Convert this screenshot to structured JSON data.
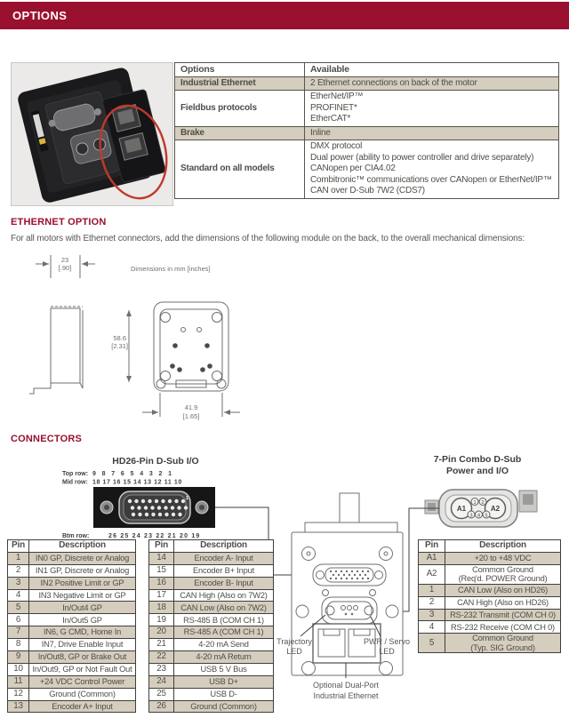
{
  "header": {
    "title": "OPTIONS"
  },
  "colors": {
    "accent": "#9a102f",
    "row_shade": "#d5cdbd",
    "table_border": "#55544e"
  },
  "options_table": {
    "col_options": "Options",
    "col_available": "Available",
    "rows": [
      {
        "option": "Industrial Ethernet",
        "available": [
          "2 Ethernet connections on back of the motor"
        ],
        "shaded": true
      },
      {
        "option": "Fieldbus protocols",
        "available": [
          "EtherNet/IP™",
          "PROFINET*",
          "EtherCAT*"
        ],
        "shaded": false
      },
      {
        "option": "Brake",
        "available": [
          "Inline"
        ],
        "shaded": true
      },
      {
        "option": "Standard on all models",
        "available": [
          "DMX protocol",
          "Dual power (ability to power controller and drive separately)",
          "CANopen per CIA4.02",
          "Combitronic™ communications over CANopen or EtherNet/IP™",
          "CAN over D-Sub 7W2 (CDS7)"
        ],
        "shaded": false
      }
    ]
  },
  "ethernet_section": {
    "heading": "ETHERNET OPTION",
    "intro": "For all motors with Ethernet connectors, add the dimensions of the following module on the back, to the overall mechanical dimensions:",
    "note": "Dimensions in mm [inches]",
    "dim_top_mm": "23",
    "dim_top_in": "[.90]",
    "dim_height_mm": "58.6",
    "dim_height_in": "[2.31]",
    "dim_bottom_mm": "41.9",
    "dim_bottom_in": "[1.65]"
  },
  "connectors_section": {
    "heading": "CONNECTORS",
    "hd26": {
      "title": "HD26-Pin D-Sub I/O",
      "top_label": "Top row:",
      "top_nums": "9 8 7 6 5 4 3 2 1",
      "mid_label": "Mid row:",
      "mid_nums": "18 17 16 15 14 13 12 11 10",
      "btm_label": "Btm row:",
      "btm_nums": "26 25 24 23 22 21 20 19",
      "pin1": "1"
    },
    "combo": {
      "title_line1": "7-Pin Combo D-Sub",
      "title_line2": "Power and I/O",
      "pin_a1": "A1",
      "pin_a2": "A2",
      "pin_1": "1",
      "pin_2": "2",
      "pin_3": "3",
      "pin_4": "4",
      "pin_5": "5"
    },
    "motor_labels": {
      "trajectory_1": "Trajectory",
      "trajectory_2": "LED",
      "pwr_1": "PWR / Servo",
      "pwr_2": "LED",
      "eth_1": "Optional Dual-Port",
      "eth_2": "Industrial Ethernet"
    }
  },
  "pin_tables": {
    "col_pin": "Pin",
    "col_description": "Description",
    "table1": [
      {
        "pin": "1",
        "desc": [
          "IN0 GP, Discrete or Analog"
        ],
        "shaded": true
      },
      {
        "pin": "2",
        "desc": [
          "IN1 GP, Discrete or Analog"
        ],
        "shaded": false
      },
      {
        "pin": "3",
        "desc": [
          "IN2 Positive Limit or GP"
        ],
        "shaded": true
      },
      {
        "pin": "4",
        "desc": [
          "IN3 Negative Limit or GP"
        ],
        "shaded": false
      },
      {
        "pin": "5",
        "desc": [
          "In/Out4 GP"
        ],
        "shaded": true
      },
      {
        "pin": "6",
        "desc": [
          "In/Out5 GP"
        ],
        "shaded": false
      },
      {
        "pin": "7",
        "desc": [
          "IN6, G CMD, Home In"
        ],
        "shaded": true
      },
      {
        "pin": "8",
        "desc": [
          "IN7, Drive Enable Input"
        ],
        "shaded": false
      },
      {
        "pin": "9",
        "desc": [
          "In/Out8, GP or Brake Out"
        ],
        "shaded": true
      },
      {
        "pin": "10",
        "desc": [
          "In/Out9, GP or Not Fault Out"
        ],
        "shaded": false
      },
      {
        "pin": "11",
        "desc": [
          "+24 VDC Control Power"
        ],
        "shaded": true
      },
      {
        "pin": "12",
        "desc": [
          "Ground (Common)"
        ],
        "shaded": false
      },
      {
        "pin": "13",
        "desc": [
          "Encoder A+ Input"
        ],
        "shaded": true
      }
    ],
    "table2": [
      {
        "pin": "14",
        "desc": [
          "Encoder A- Input"
        ],
        "shaded": true
      },
      {
        "pin": "15",
        "desc": [
          "Encoder B+ Input"
        ],
        "shaded": false
      },
      {
        "pin": "16",
        "desc": [
          "Encoder B- Input"
        ],
        "shaded": true
      },
      {
        "pin": "17",
        "desc": [
          "CAN High (Also on 7W2)"
        ],
        "shaded": false
      },
      {
        "pin": "18",
        "desc": [
          "CAN Low (Also on 7W2)"
        ],
        "shaded": true
      },
      {
        "pin": "19",
        "desc": [
          "RS-485 B (COM CH 1)"
        ],
        "shaded": false
      },
      {
        "pin": "20",
        "desc": [
          "RS-485 A (COM CH 1)"
        ],
        "shaded": true
      },
      {
        "pin": "21",
        "desc": [
          "4-20 mA Send"
        ],
        "shaded": false
      },
      {
        "pin": "22",
        "desc": [
          "4-20 mA Return"
        ],
        "shaded": true
      },
      {
        "pin": "23",
        "desc": [
          "USB 5 V Bus"
        ],
        "shaded": false
      },
      {
        "pin": "24",
        "desc": [
          "USB D+"
        ],
        "shaded": true
      },
      {
        "pin": "25",
        "desc": [
          "USB D-"
        ],
        "shaded": false
      },
      {
        "pin": "26",
        "desc": [
          "Ground (Common)"
        ],
        "shaded": true
      }
    ],
    "table3": [
      {
        "pin": "A1",
        "desc": [
          "+20 to +48 VDC"
        ],
        "shaded": true
      },
      {
        "pin": "A2",
        "desc": [
          "Common Ground",
          "(Req'd. POWER Ground)"
        ],
        "shaded": false
      },
      {
        "pin": "1",
        "desc": [
          "CAN Low (Also on HD26)"
        ],
        "shaded": true
      },
      {
        "pin": "2",
        "desc": [
          "CAN High (Also on HD26)"
        ],
        "shaded": false
      },
      {
        "pin": "3",
        "desc": [
          "RS-232 Transmit (COM CH 0)"
        ],
        "shaded": true
      },
      {
        "pin": "4",
        "desc": [
          "RS-232 Receive (COM CH 0)"
        ],
        "shaded": false
      },
      {
        "pin": "5",
        "desc": [
          "Common Ground",
          "(Typ. SIG Ground)"
        ],
        "shaded": true
      }
    ]
  }
}
